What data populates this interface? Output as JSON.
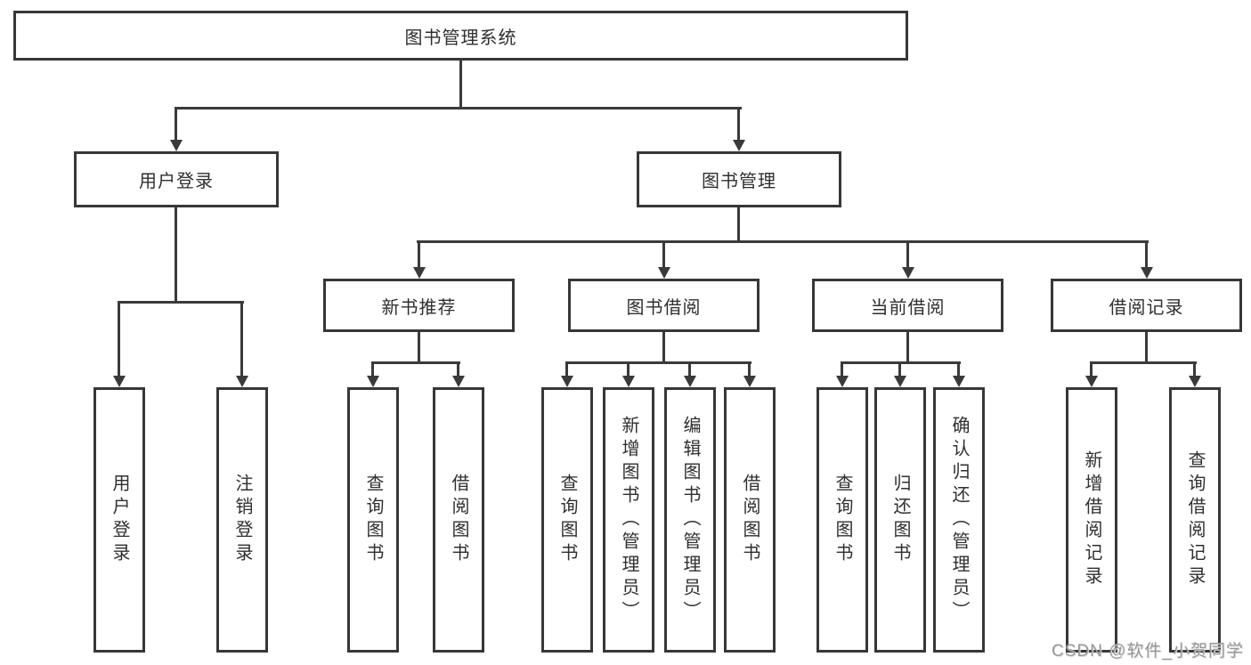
{
  "colors": {
    "background": "#ffffff",
    "box_fill": "#ffffff",
    "box_border": "#373737",
    "line": "#3a3a3a",
    "text": "#2f2f2f",
    "watermark": "#949494"
  },
  "watermark": "CSDN @软件_小贺同学",
  "tree": {
    "root": {
      "label": "图书管理系统"
    },
    "children": [
      {
        "label": "用户登录",
        "children": [
          {
            "label": "用户登录"
          },
          {
            "label": "注销登录"
          }
        ]
      },
      {
        "label": "图书管理",
        "children": [
          {
            "label": "新书推荐",
            "children": [
              {
                "label": "查询图书"
              },
              {
                "label": "借阅图书"
              }
            ]
          },
          {
            "label": "图书借阅",
            "children": [
              {
                "label": "查询图书"
              },
              {
                "label": "新增图书（管理员）"
              },
              {
                "label": "编辑图书（管理员）"
              },
              {
                "label": "借阅图书"
              }
            ]
          },
          {
            "label": "当前借阅",
            "children": [
              {
                "label": "查询图书"
              },
              {
                "label": "归还图书"
              },
              {
                "label": "确认归还（管理员）"
              }
            ]
          },
          {
            "label": "借阅记录",
            "children": [
              {
                "label": "新增借阅记录"
              },
              {
                "label": "查询借阅记录"
              }
            ]
          }
        ]
      }
    ]
  }
}
